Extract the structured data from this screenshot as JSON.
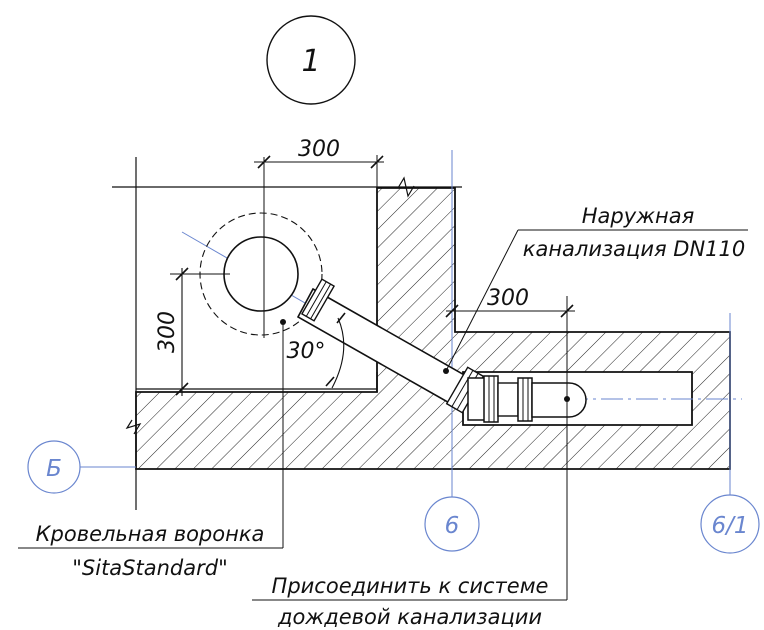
{
  "detail_number": "1",
  "dimensions": {
    "top_width": "300",
    "left_height": "300",
    "middle_width": "300",
    "angle": "30°"
  },
  "axis_labels": {
    "b": "Б",
    "six": "6",
    "six_one": "6/1"
  },
  "callouts": {
    "outer_sewer": {
      "line1": "Наружная",
      "line2": "канализация DN110"
    },
    "roof_funnel": {
      "line1": "Кровельная воронка",
      "line2": "\"SitaStandard\""
    },
    "connect": {
      "line1": "Присоединить к системе",
      "line2": "дождевой канализации"
    }
  },
  "colors": {
    "ink": "#111111",
    "axis": "#6a86cf"
  }
}
